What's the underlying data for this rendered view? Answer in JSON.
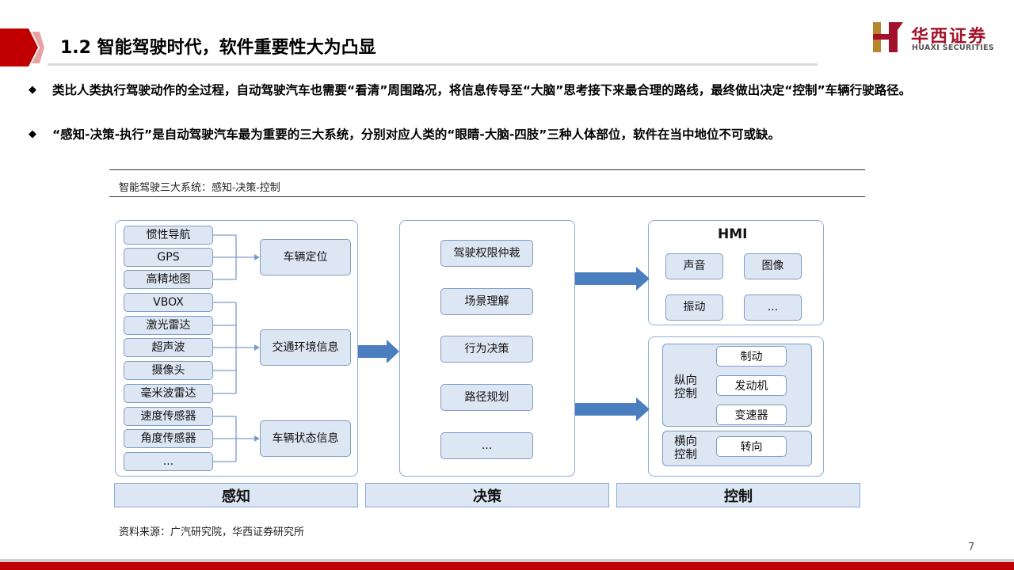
{
  "header": {
    "title": "1.2 智能驾驶时代，软件重要性大为凸显",
    "logo_cn": "华西证券",
    "logo_en": "HUAXI SECURITIES",
    "accent_color": "#c00000",
    "logo_color": "#a3122a"
  },
  "bullets": [
    {
      "icon": "◆",
      "text": "类比人类执行驾驶动作的全过程，自动驾驶汽车也需要“看清”周围路况，将信息传导至“大脑”思考接下来最合理的路线，最终做出决定“控制”车辆行驶路径。"
    },
    {
      "icon": "◆",
      "text": "“感知-决策-执行”是自动驾驶汽车最为重要的三大系统，分别对应人类的“眼睛-大脑-四肢”三种人体部位，软件在当中地位不可或缺。"
    }
  ],
  "figure": {
    "caption": "智能驾驶三大系统：感知-决策-控制",
    "source": "资料来源：广汽研究院，华西证券研究所",
    "perception": {
      "label": "感知",
      "sensors": [
        "惯性导航",
        "GPS",
        "高精地图",
        "VBOX",
        "激光雷达",
        "超声波",
        "摄像头",
        "毫米波雷达",
        "速度传感器",
        "角度传感器",
        "..."
      ],
      "outputs": [
        "车辆定位",
        "交通环境信息",
        "车辆状态信息"
      ]
    },
    "decision": {
      "label": "决策",
      "items": [
        "驾驶权限仲裁",
        "场景理解",
        "行为决策",
        "路径规划",
        "..."
      ]
    },
    "control": {
      "label": "控制",
      "hmi_title": "HMI",
      "hmi_items": [
        "声音",
        "图像",
        "振动",
        "..."
      ],
      "longitudinal_label": "纵向控制",
      "longitudinal_items": [
        "制动",
        "发动机",
        "变速器"
      ],
      "lateral_label": "横向控制",
      "lateral_items": [
        "转向"
      ]
    },
    "colors": {
      "box_fill": "#dde6f3",
      "box_border": "#7f9cc5",
      "arrow": "#4a7ec0"
    }
  },
  "page_number": "7"
}
